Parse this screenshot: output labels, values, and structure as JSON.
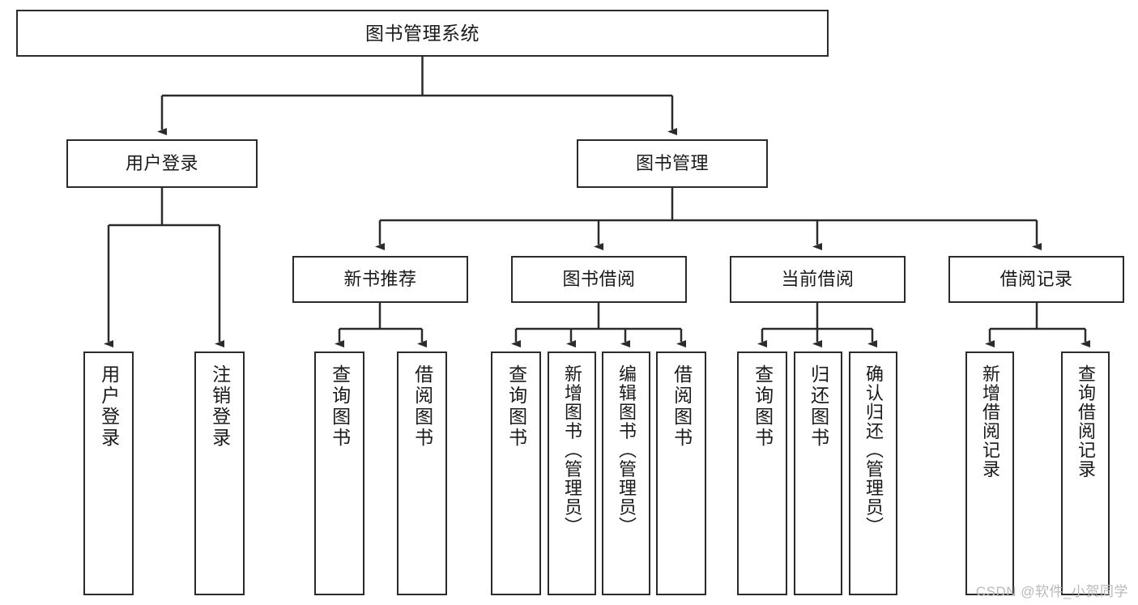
{
  "diagram": {
    "title": "图书管理系统",
    "type": "hierarchy-tree",
    "style": {
      "box_border_color": "#2b2b2b",
      "box_fill_color": "#ffffff",
      "line_color": "#2b2b2b",
      "text_color": "#1a1a1a",
      "background_color": "#ffffff",
      "watermark_color": "#b9b9b9"
    },
    "levels": [
      {
        "level": 0,
        "nodes": [
          {
            "id": "root",
            "label": "图书管理系统",
            "orientation": "horizontal"
          }
        ]
      },
      {
        "level": 1,
        "nodes": [
          {
            "id": "user-login",
            "label": "用户登录",
            "orientation": "horizontal",
            "parent": "root"
          },
          {
            "id": "book-manage",
            "label": "图书管理",
            "orientation": "horizontal",
            "parent": "root"
          }
        ]
      },
      {
        "level": 2,
        "nodes": [
          {
            "id": "new-book-rec",
            "label": "新书推荐",
            "orientation": "horizontal",
            "parent": "book-manage"
          },
          {
            "id": "book-borrow",
            "label": "图书借阅",
            "orientation": "horizontal",
            "parent": "book-manage"
          },
          {
            "id": "current-borrow",
            "label": "当前借阅",
            "orientation": "horizontal",
            "parent": "book-manage"
          },
          {
            "id": "borrow-record",
            "label": "借阅记录",
            "orientation": "horizontal",
            "parent": "book-manage"
          }
        ]
      },
      {
        "level": 3,
        "nodes": [
          {
            "id": "leaf-user-login",
            "label": "用户登录",
            "orientation": "vertical",
            "parent": "user-login"
          },
          {
            "id": "leaf-logout",
            "label": "注销登录",
            "orientation": "vertical",
            "parent": "user-login"
          },
          {
            "id": "leaf-query-book-1",
            "label": "查询图书",
            "orientation": "vertical",
            "parent": "new-book-rec"
          },
          {
            "id": "leaf-borrow-book-1",
            "label": "借阅图书",
            "orientation": "vertical",
            "parent": "new-book-rec"
          },
          {
            "id": "leaf-query-book-2",
            "label": "查询图书",
            "orientation": "vertical",
            "parent": "book-borrow"
          },
          {
            "id": "leaf-add-book",
            "label": "新增图书（管理员）",
            "orientation": "vertical",
            "parent": "book-borrow"
          },
          {
            "id": "leaf-edit-book",
            "label": "编辑图书（管理员）",
            "orientation": "vertical",
            "parent": "book-borrow"
          },
          {
            "id": "leaf-borrow-book-2",
            "label": "借阅图书",
            "orientation": "vertical",
            "parent": "book-borrow"
          },
          {
            "id": "leaf-query-book-3",
            "label": "查询图书",
            "orientation": "vertical",
            "parent": "current-borrow"
          },
          {
            "id": "leaf-return-book",
            "label": "归还图书",
            "orientation": "vertical",
            "parent": "current-borrow"
          },
          {
            "id": "leaf-confirm-return",
            "label": "确认归还（管理员）",
            "orientation": "vertical",
            "parent": "current-borrow"
          },
          {
            "id": "leaf-add-record",
            "label": "新增借阅记录",
            "orientation": "vertical",
            "parent": "borrow-record"
          },
          {
            "id": "leaf-query-record",
            "label": "查询借阅记录",
            "orientation": "vertical",
            "parent": "borrow-record"
          }
        ]
      }
    ],
    "watermark": "CSDN @软件_小贺同学"
  }
}
